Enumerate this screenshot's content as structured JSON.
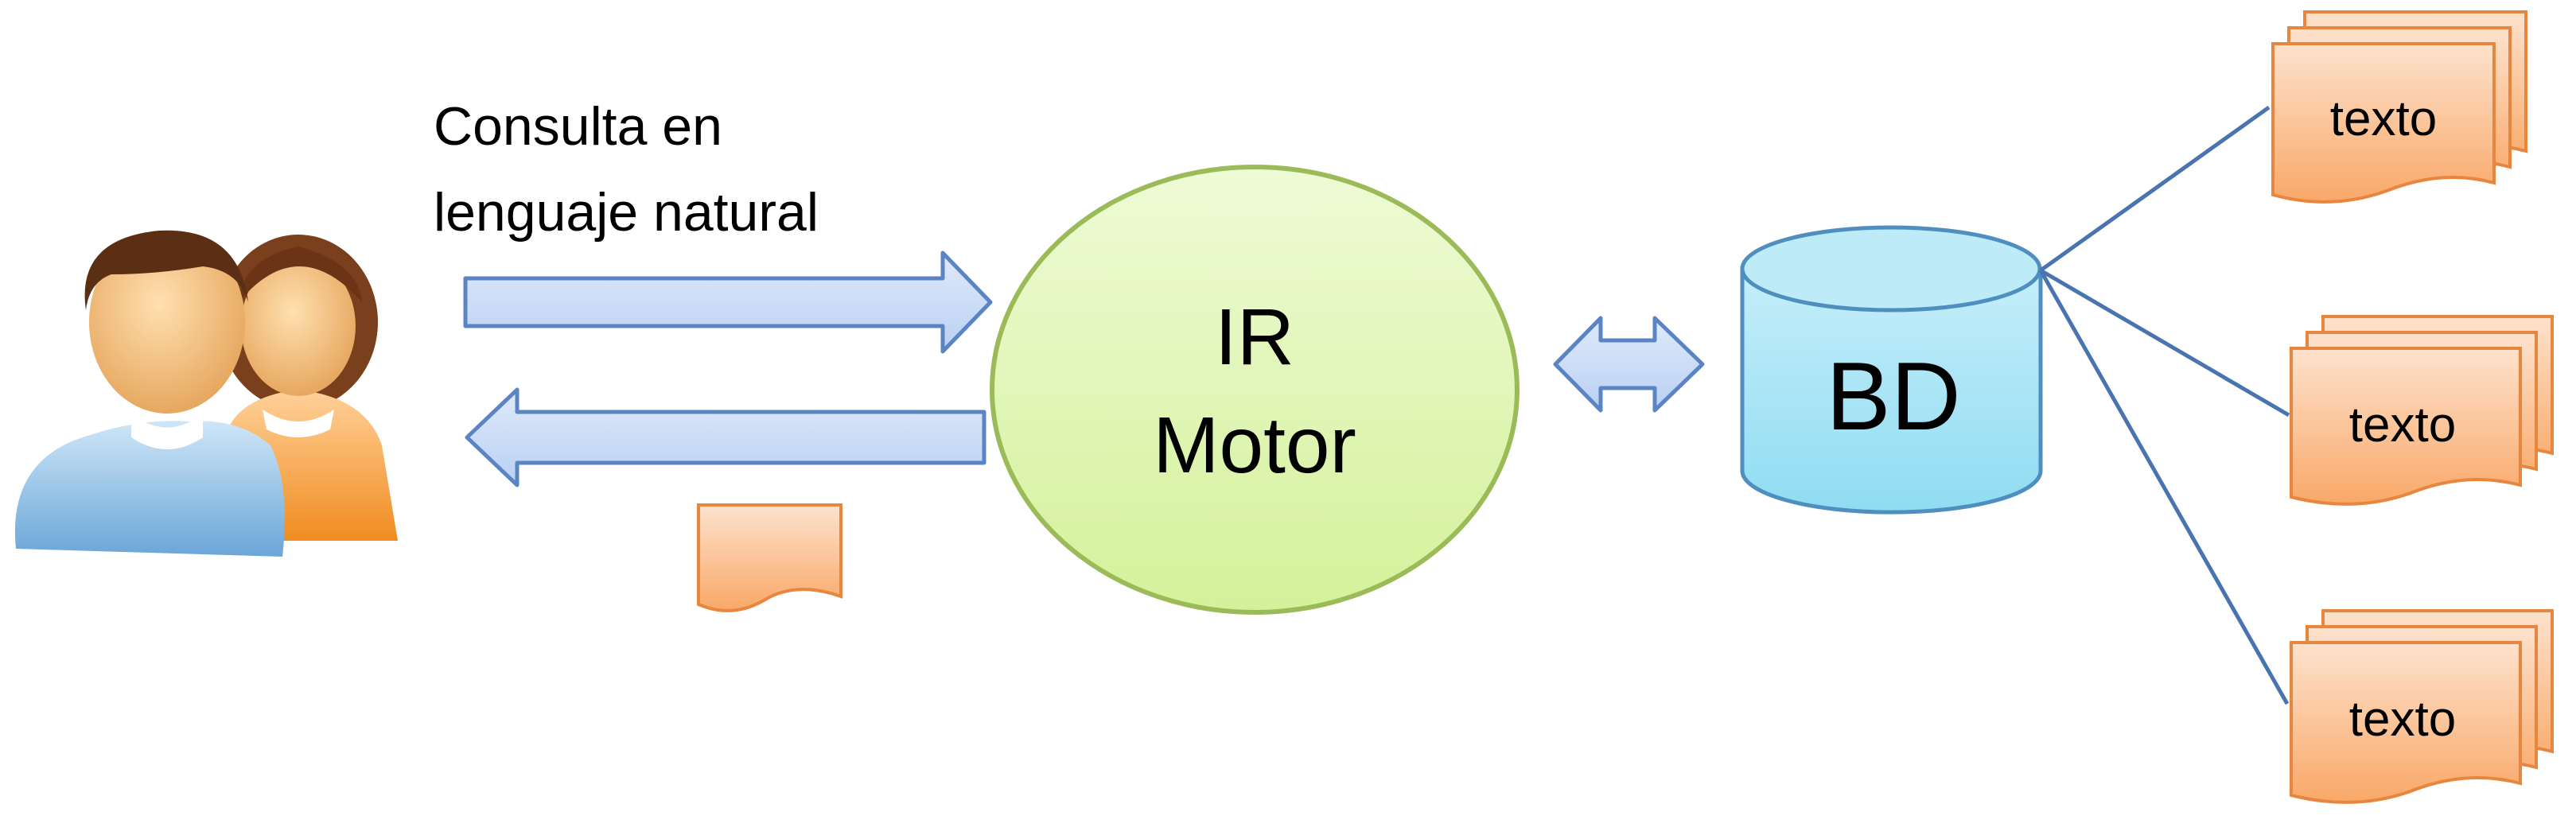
{
  "query_label": {
    "line1": "Consulta en",
    "line2": "lenguaje natural"
  },
  "engine": {
    "line1": "IR",
    "line2": "Motor"
  },
  "database": {
    "label": "BD"
  },
  "documents": [
    {
      "label": "texto"
    },
    {
      "label": "texto"
    },
    {
      "label": "texto"
    }
  ],
  "colors": {
    "arrow_fill": "#c9dcf7",
    "arrow_stroke": "#5b84c4",
    "engine_fill": "#e2f7b9",
    "engine_stroke": "#9bbb59",
    "db_fill": "#a9e4f5",
    "db_stroke": "#4f8fbf",
    "doc_fill": "#fbb886",
    "doc_stroke": "#e7863e",
    "line": "#4a74b0"
  },
  "icons": {
    "users": "users-icon",
    "result_document": "document-icon"
  }
}
